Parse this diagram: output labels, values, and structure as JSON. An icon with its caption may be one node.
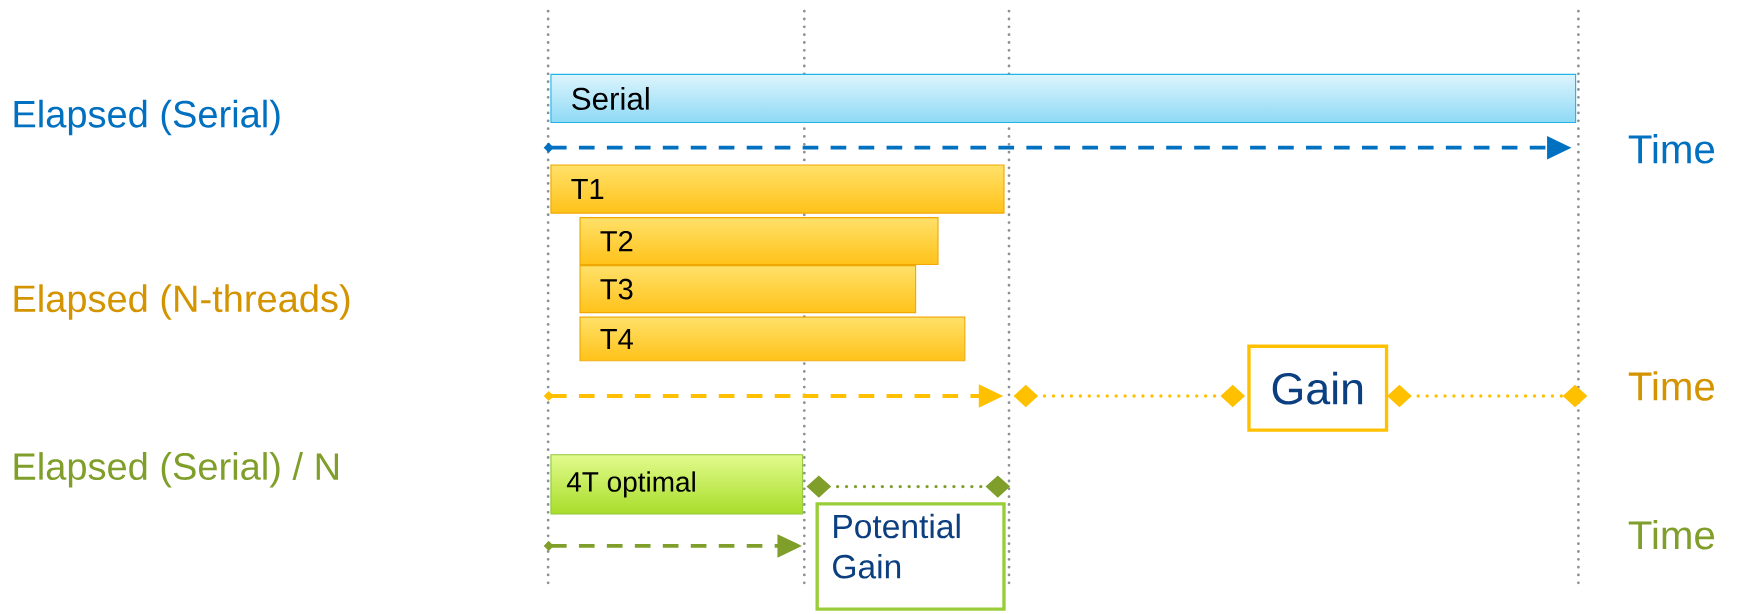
{
  "diagram": {
    "nodes": [
      {
        "text": [
          "Serial"
        ]
      },
      {
        "text": [
          "T1"
        ]
      },
      {
        "text": [
          "T2"
        ]
      },
      {
        "text": [
          "T3"
        ]
      },
      {
        "text": [
          "T4"
        ]
      },
      {
        "text": [
          "Gain"
        ]
      },
      {
        "text": [
          "4T optimal"
        ]
      },
      {
        "text": [
          "Potential Gain"
        ]
      }
    ],
    "labels": [
      "Elapsed (Serial)",
      "Time",
      "Elapsed (N-threads)",
      "Time",
      "Elapsed (Serial) / N",
      "Time"
    ]
  }
}
